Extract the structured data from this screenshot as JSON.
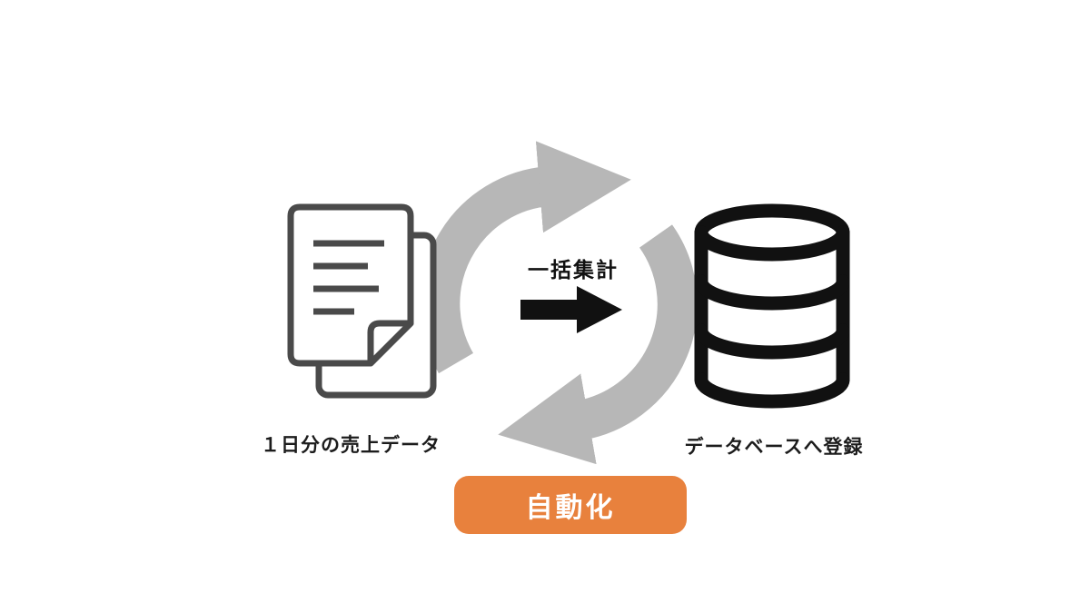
{
  "diagram": {
    "source_label": "１日分の売上データ",
    "target_label": "データベースへ登録",
    "arrow_label": "一括集計",
    "badge_label": "自動化",
    "icons": [
      "document-stack-icon",
      "cycle-arrows-icon",
      "arrow-right-icon",
      "database-icon"
    ],
    "colors": {
      "background": "#FFFFFF",
      "cycle_arrows": "#B7B7B7",
      "document_outline": "#4A4A4A",
      "database": "#111111",
      "flow_arrow": "#111111",
      "badge_background": "#E8813D",
      "badge_text": "#FFFFFF",
      "label_text": "#1C1C1C"
    }
  }
}
